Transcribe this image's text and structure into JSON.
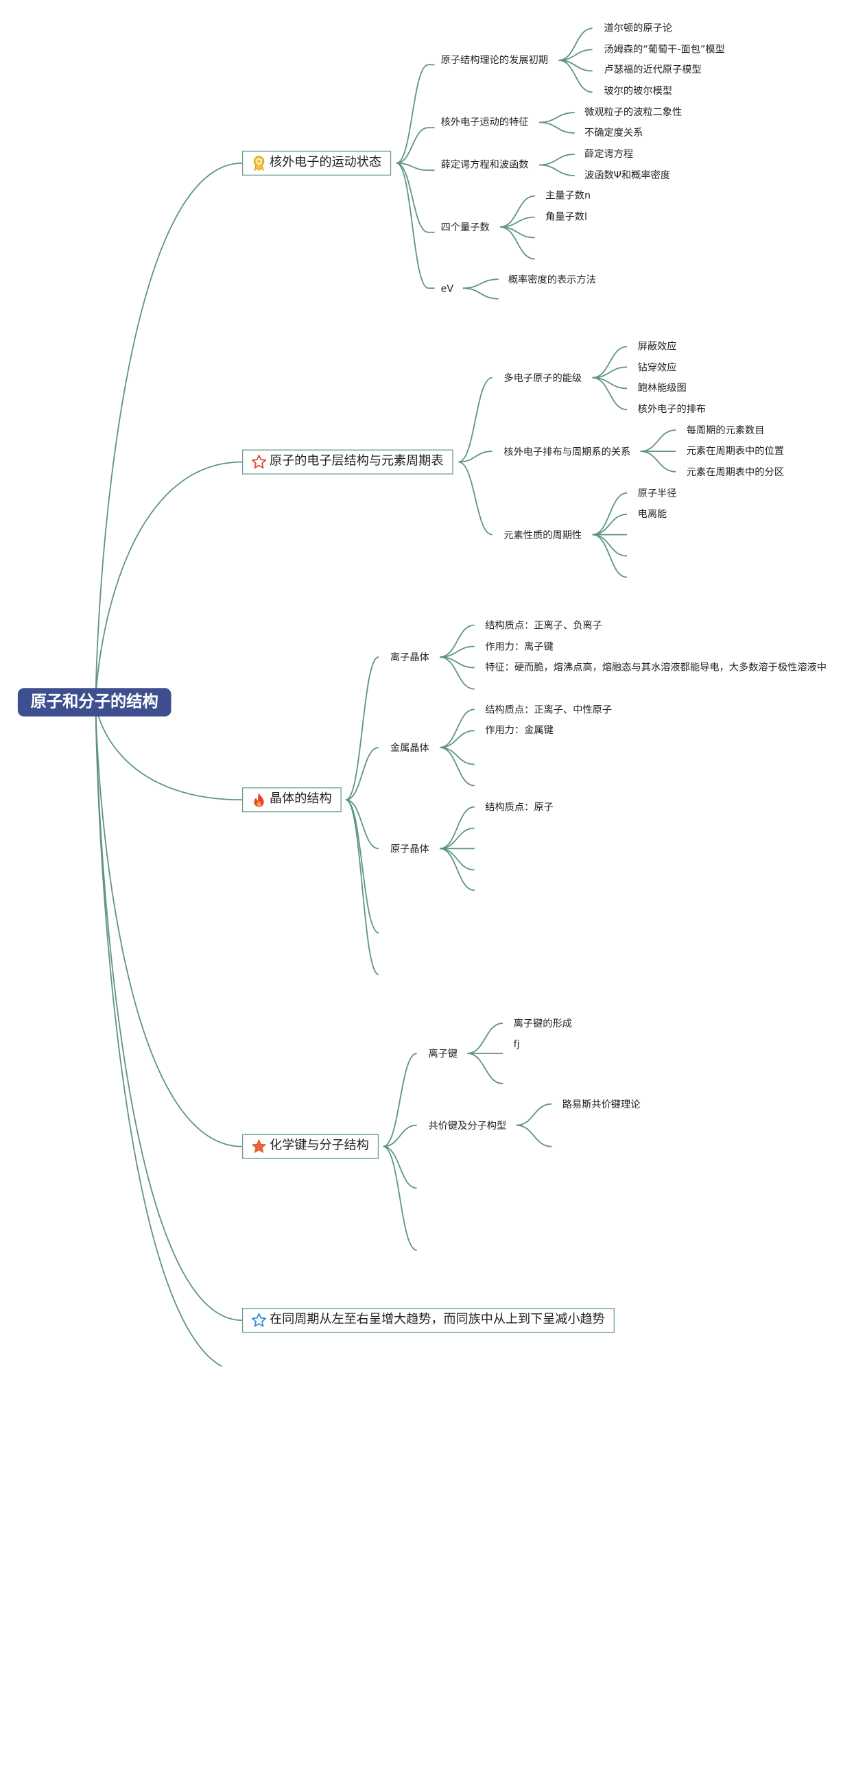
{
  "root": "原子和分子的结构",
  "colors": {
    "line": "#5f9484",
    "root_bg": "#3d4f8f",
    "border": "#6b9e8f"
  },
  "branches": [
    {
      "title": "核外电子的运动状态",
      "icon": "medal-icon",
      "children": [
        {
          "label": "原子结构理论的发展初期",
          "children": [
            "道尔顿的原子论",
            "汤姆森的“葡萄干-面包”模型",
            "卢瑟福的近代原子模型",
            "玻尔的玻尔模型"
          ]
        },
        {
          "label": "核外电子运动的特征",
          "children": [
            "微观粒子的波粒二象性",
            "不确定度关系"
          ]
        },
        {
          "label": "薛定谔方程和波函数",
          "children": [
            "薛定谔方程",
            "波函数Ψ和概率密度"
          ]
        },
        {
          "label": "四个量子数",
          "children": [
            "主量子数n",
            "角量子数l",
            "",
            ""
          ]
        },
        {
          "label": "eV",
          "children": [
            "概率密度的表示方法",
            ""
          ]
        }
      ]
    },
    {
      "title": "原子的电子层结构与元素周期表",
      "icon": "star-outline-icon",
      "children": [
        {
          "label": "多电子原子的能级",
          "children": [
            "屏蔽效应",
            "钻穿效应",
            "鲍林能级图",
            "核外电子的排布"
          ]
        },
        {
          "label": "核外电子排布与周期系的关系",
          "children": [
            "每周期的元素数目",
            "元素在周期表中的位置",
            "元素在周期表中的分区"
          ]
        },
        {
          "label": "元素性质的周期性",
          "children": [
            "原子半径",
            "电离能",
            "",
            "",
            ""
          ]
        }
      ]
    },
    {
      "title": "晶体的结构",
      "icon": "fire-icon",
      "children": [
        {
          "label": "离子晶体",
          "children": [
            "结构质点：正离子、负离子",
            "作用力：离子键",
            "特征：硬而脆，熔沸点高，熔融态与其水溶液都能导电，大多数溶于极性溶液中",
            ""
          ]
        },
        {
          "label": "金属晶体",
          "children": [
            "结构质点：正离子、中性原子",
            "作用力：金属键",
            "",
            ""
          ]
        },
        {
          "label": "原子晶体",
          "children": [
            "结构质点：原子",
            "",
            "",
            "",
            ""
          ]
        },
        {
          "label": "",
          "children": []
        },
        {
          "label": "",
          "children": []
        }
      ]
    },
    {
      "title": "化学键与分子结构",
      "icon": "star-filled-icon",
      "children": [
        {
          "label": "离子键",
          "children": [
            "离子键的形成",
            "fj",
            ""
          ]
        },
        {
          "label": "共价键及分子构型",
          "children": [
            "路易斯共价键理论",
            ""
          ]
        },
        {
          "label": "",
          "children": []
        },
        {
          "label": "",
          "children": []
        }
      ]
    },
    {
      "title": "在同周期从左至右呈增大趋势，而同族中从上到下呈减小趋势",
      "icon": "star-outline-blue-icon",
      "children": []
    },
    {
      "title": "",
      "icon": "",
      "children": []
    }
  ]
}
